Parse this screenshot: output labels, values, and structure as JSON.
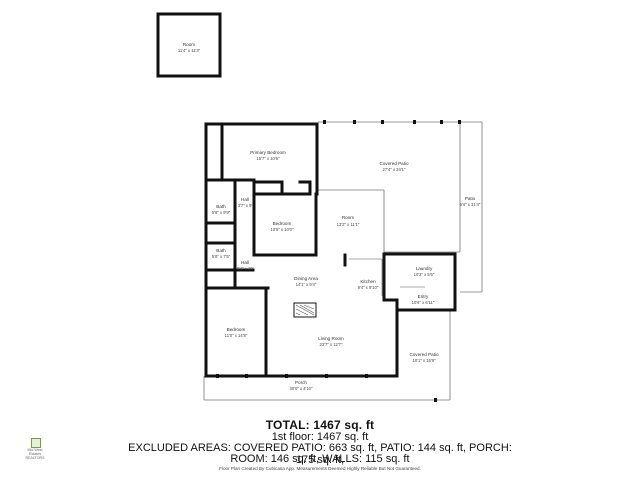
{
  "rooms": [
    {
      "id": "room_outbuilding",
      "name": "Room",
      "dims": "11'4\" x 11'3\""
    },
    {
      "id": "primary_bedroom",
      "name": "Primary Bedroom",
      "dims": "15'7\" x 10'6\""
    },
    {
      "id": "covered_patio_1",
      "name": "Covered Patio",
      "dims": "27'4\" x 24'1\""
    },
    {
      "id": "patio",
      "name": "Patio",
      "dims": "5'4\" x 31'4\""
    },
    {
      "id": "bath_1",
      "name": "Bath",
      "dims": "5'8\" x 9'9\""
    },
    {
      "id": "hall_1",
      "name": "Hall",
      "dims": "3'7\" x 9'"
    },
    {
      "id": "bedroom_1",
      "name": "Bedroom",
      "dims": "10'5\" x 10'0\""
    },
    {
      "id": "room_main",
      "name": "Room",
      "dims": "13'3\" x 11'1\""
    },
    {
      "id": "bath_2",
      "name": "Bath",
      "dims": "5'8\" x 7'5\""
    },
    {
      "id": "hall_2",
      "name": "Hall",
      "dims": "3'4\" x 10'"
    },
    {
      "id": "laundry",
      "name": "Laundry",
      "dims": "10'2\" x 5'6\""
    },
    {
      "id": "dining_area",
      "name": "Dining Area",
      "dims": "14'1\" x 9'4\""
    },
    {
      "id": "kitchen",
      "name": "Kitchen",
      "dims": "9'4\" x 9'10\""
    },
    {
      "id": "entry",
      "name": "Entry",
      "dims": "10'6\" x 6'11\""
    },
    {
      "id": "bedroom_2",
      "name": "Bedroom",
      "dims": "11'0\" x 14'8\""
    },
    {
      "id": "living_room",
      "name": "Living Room",
      "dims": "23'7\" x 12'7\""
    },
    {
      "id": "covered_patio_2",
      "name": "Covered Patio",
      "dims": "10'1\" x 15'9\""
    },
    {
      "id": "porch",
      "name": "Porch",
      "dims": "30'0\" x 4'10\""
    }
  ],
  "summary": {
    "total": "TOTAL: 1467 sq. ft",
    "floor": "1st floor: 1467 sq. ft",
    "excluded_line1": "EXCLUDED AREAS: COVERED PATIO: 663 sq. ft, PATIO: 144 sq. ft, PORCH: 175 sq. ft,",
    "excluded_line2": "ROOM: 146 sq. ft, WALLS: 115 sq. ft"
  },
  "disclaimer": "Floor Plan Created By Cubicasa App. Measurements Deemed Highly Reliable But Not Guaranteed.",
  "logo": {
    "line1": "Mid West Estates",
    "line2": "REALTORS"
  },
  "colors": {
    "wall": "#111111",
    "thin_line": "#777777",
    "background": "#ffffff",
    "logo_green": "#7a9a4a"
  }
}
